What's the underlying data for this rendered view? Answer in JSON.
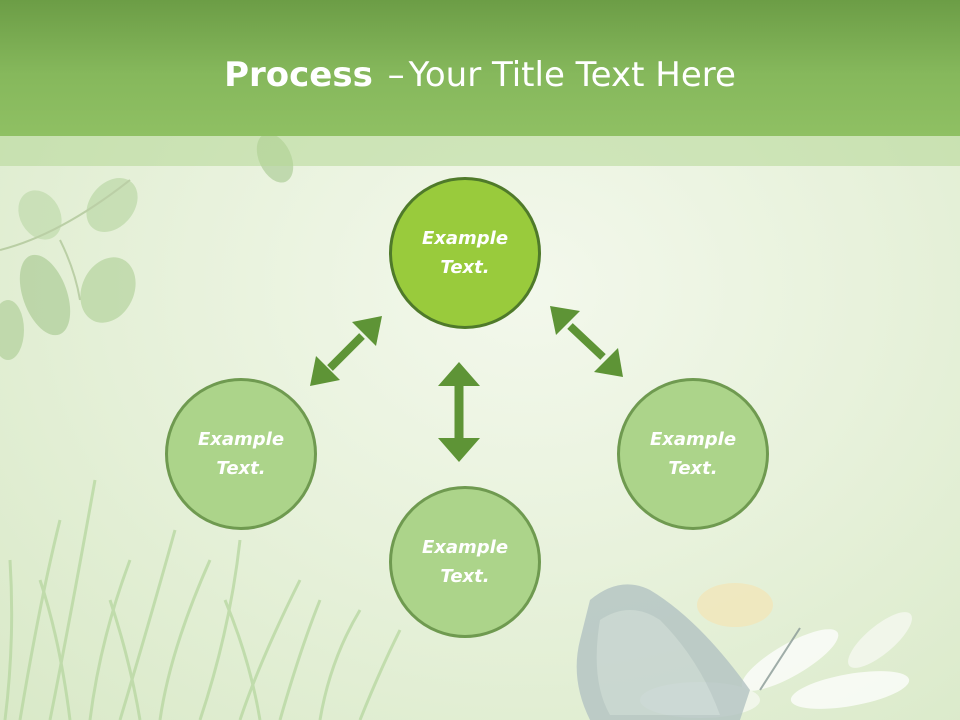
{
  "slide": {
    "title_bold": "Process",
    "title_dash": "–",
    "title_rest": "Your Title Text Here"
  },
  "nodes": {
    "top": {
      "line1": "Example",
      "line2": "Text."
    },
    "left": {
      "line1": "Example",
      "line2": "Text."
    },
    "right": {
      "line1": "Example",
      "line2": "Text."
    },
    "bottom": {
      "line1": "Example",
      "line2": "Text."
    }
  },
  "colors": {
    "title_bar": "#86b85c",
    "accent_node": "#99cb3c",
    "node_fill": "#acd48a",
    "arrow": "#5e9436"
  },
  "icons": [
    "double-arrow-icon"
  ]
}
